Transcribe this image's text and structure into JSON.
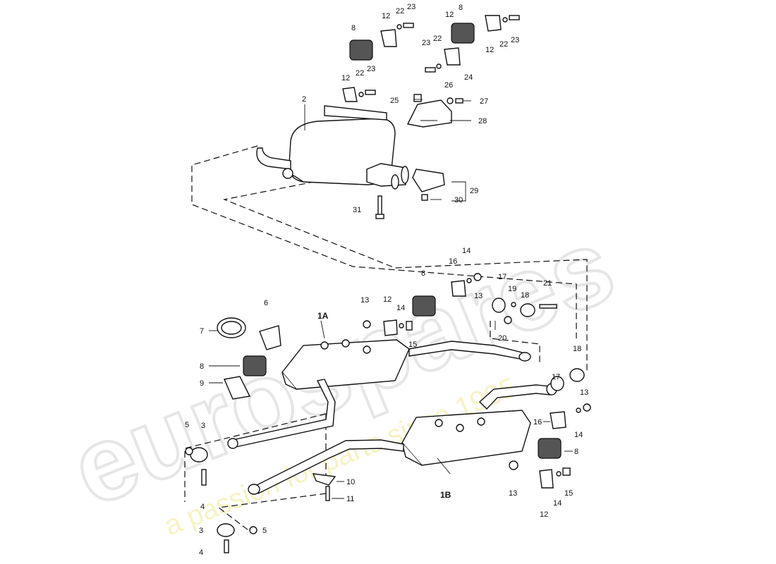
{
  "watermark": {
    "brand": "eurospares",
    "tagline": "a passion for parts since 1985"
  },
  "callouts": {
    "c2": "2",
    "c1A": "1A",
    "c1B": "1B",
    "c3a": "3",
    "c3b": "3",
    "c4a": "4",
    "c4b": "4",
    "c5a": "5",
    "c5b": "5",
    "c6": "6",
    "c7": "7",
    "c8a": "8",
    "c8b": "8",
    "c8c": "8",
    "c8d": "8",
    "c8e": "8",
    "c9": "9",
    "c10": "10",
    "c11": "11",
    "c12a": "12",
    "c12b": "12",
    "c12c": "12",
    "c12d": "12",
    "c12e": "12",
    "c12f": "12",
    "c13a": "13",
    "c13b": "13",
    "c13c": "13",
    "c13d": "13",
    "c14a": "14",
    "c14b": "14",
    "c14c": "14",
    "c14d": "14",
    "c15a": "15",
    "c15b": "15",
    "c16a": "16",
    "c16b": "16",
    "c17a": "17",
    "c17b": "17",
    "c18a": "18",
    "c18b": "18",
    "c19": "19",
    "c20": "20",
    "c21": "21",
    "c22a": "22",
    "c22b": "22",
    "c22c": "22",
    "c22d": "22",
    "c23a": "23",
    "c23b": "23",
    "c23c": "23",
    "c23d": "23",
    "c24": "24",
    "c25": "25",
    "c26": "26",
    "c27": "27",
    "c28": "28",
    "c29": "29",
    "c30": "30",
    "c31": "31"
  }
}
